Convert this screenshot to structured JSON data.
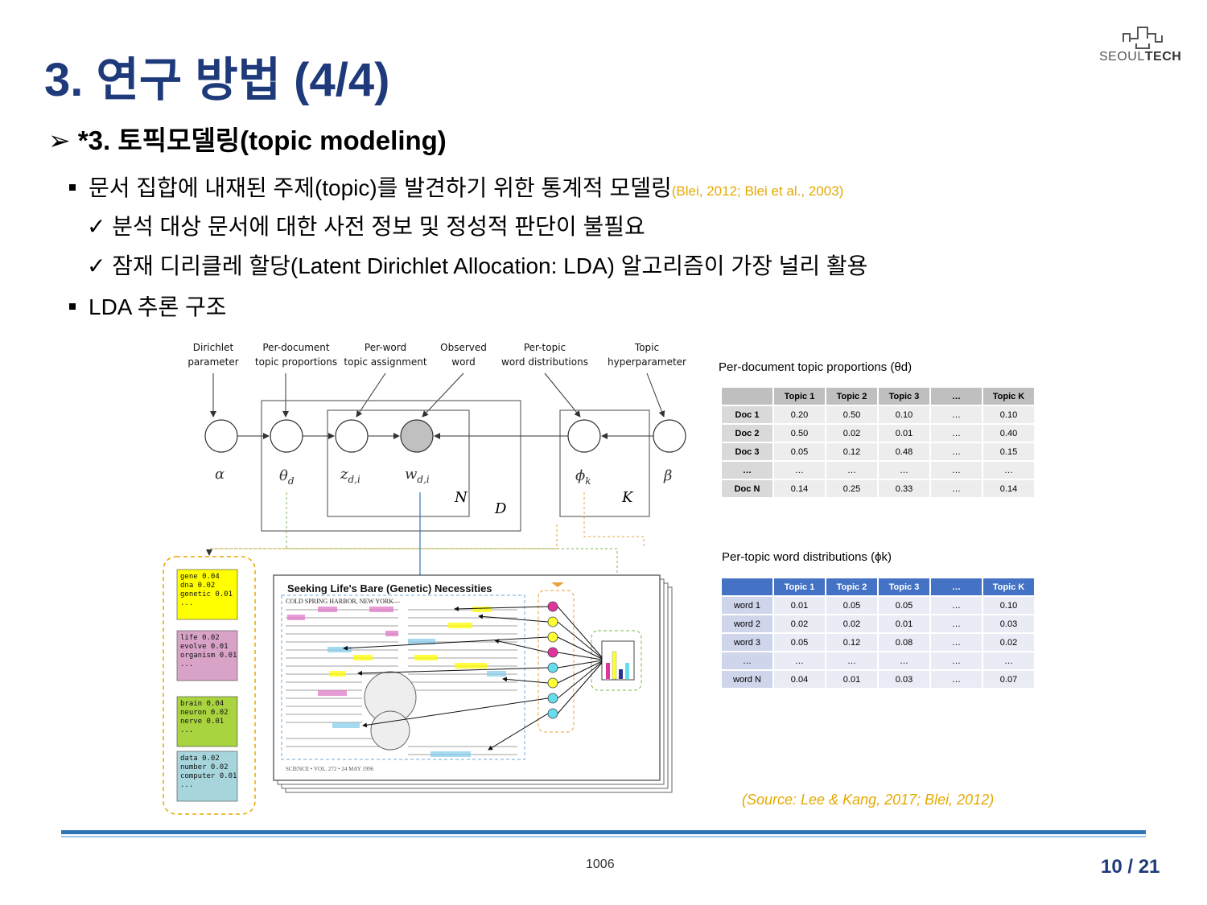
{
  "header": {
    "title": "3. 연구 방법 (4/4)",
    "logo_text_light": "SEOUL",
    "logo_text_bold": "TECH"
  },
  "content": {
    "heading_marker": "➢",
    "heading": "*3. 토픽모델링(topic modeling)",
    "bullet1": "문서 집합에 내재된 주제(topic)를 발견하기 위한 통계적 모델링",
    "bullet1_cite": "(Blei, 2012; Blei et al., 2003)",
    "check_marker": "✓",
    "sub1": "분석 대상 문서에 대한 사전 정보 및 정성적 판단이 불필요",
    "sub2": "잠재 디리클레 할당(Latent Dirichlet Allocation: LDA) 알고리즘이 가장 널리 활용",
    "bullet2": "LDA 추론 구조"
  },
  "diagram": {
    "labels": [
      {
        "l1": "Dirichlet",
        "l2": "parameter"
      },
      {
        "l1": "Per-document",
        "l2": "topic proportions"
      },
      {
        "l1": "Per-word",
        "l2": "topic assignment"
      },
      {
        "l1": "Observed",
        "l2": "word"
      },
      {
        "l1": "Per-topic",
        "l2": "word distributions"
      },
      {
        "l1": "Topic",
        "l2": "hyperparameter"
      }
    ],
    "plate_N": "N",
    "plate_D": "D",
    "plate_K": "K",
    "topics": [
      {
        "color": "#ffff00",
        "lines": [
          "gene      0.04",
          "dna       0.02",
          "genetic   0.01",
          "..."
        ]
      },
      {
        "color": "#d9a3c8",
        "lines": [
          "life      0.02",
          "evolve    0.01",
          "organism  0.01",
          "..."
        ]
      },
      {
        "color": "#a9d33f",
        "lines": [
          "brain     0.04",
          "neuron    0.02",
          "nerve     0.01",
          "..."
        ]
      },
      {
        "color": "#a6d5db",
        "lines": [
          "data      0.02",
          "number    0.02",
          "computer  0.01",
          "..."
        ]
      }
    ],
    "article_title": "Seeking Life's Bare (Genetic) Necessities",
    "article_dateline": "COLD SPRING HARBOR, NEW YORK—",
    "article_footer": "SCIENCE • VOL. 272 • 24 MAY 1996"
  },
  "table1": {
    "caption": "Per-document topic proportions (θd)",
    "header": [
      "",
      "Topic 1",
      "Topic 2",
      "Topic 3",
      "…",
      "Topic K"
    ],
    "rows": [
      [
        "Doc 1",
        "0.20",
        "0.50",
        "0.10",
        "…",
        "0.10"
      ],
      [
        "Doc 2",
        "0.50",
        "0.02",
        "0.01",
        "…",
        "0.40"
      ],
      [
        "Doc 3",
        "0.05",
        "0.12",
        "0.48",
        "…",
        "0.15"
      ],
      [
        "…",
        "…",
        "…",
        "…",
        "…",
        "…"
      ],
      [
        "Doc N",
        "0.14",
        "0.25",
        "0.33",
        "…",
        "0.14"
      ]
    ]
  },
  "table2": {
    "caption": "Per-topic word distributions (ϕk)",
    "header": [
      "",
      "Topic 1",
      "Topic 2",
      "Topic 3",
      "…",
      "Topic K"
    ],
    "rows": [
      [
        "word 1",
        "0.01",
        "0.05",
        "0.05",
        "…",
        "0.10"
      ],
      [
        "word 2",
        "0.02",
        "0.02",
        "0.01",
        "…",
        "0.03"
      ],
      [
        "word 3",
        "0.05",
        "0.12",
        "0.08",
        "…",
        "0.02"
      ],
      [
        "…",
        "…",
        "…",
        "…",
        "…",
        "…"
      ],
      [
        "word N",
        "0.04",
        "0.01",
        "0.03",
        "…",
        "0.07"
      ]
    ]
  },
  "footer": {
    "source": "(Source: Lee & Kang, 2017; Blei, 2012)",
    "code": "1006",
    "page": "10 / 21"
  },
  "colors": {
    "title": "#1f3a7a",
    "accent_rule": "#2e75b6",
    "citation": "#e5a900",
    "table_header_blue": "#4472c4"
  }
}
